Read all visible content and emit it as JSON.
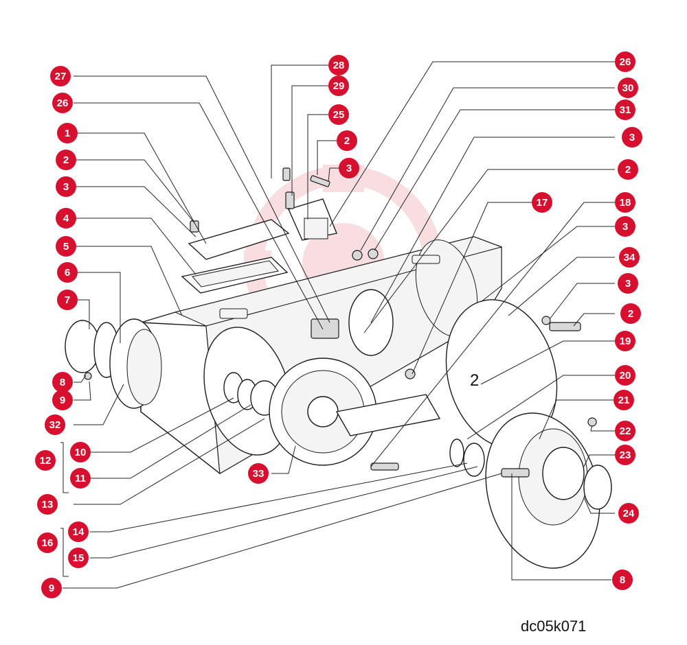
{
  "drawing_code": "dc05k071",
  "inline_label": "2",
  "watermark_color": "#f3c4c8",
  "callout_color": "#d6102e",
  "callouts": [
    {
      "label": "27"
    },
    {
      "label": "26"
    },
    {
      "label": "1"
    },
    {
      "label": "2"
    },
    {
      "label": "3"
    },
    {
      "label": "4"
    },
    {
      "label": "5"
    },
    {
      "label": "6"
    },
    {
      "label": "7"
    },
    {
      "label": "8"
    },
    {
      "label": "9"
    },
    {
      "label": "32"
    },
    {
      "label": "12"
    },
    {
      "label": "10"
    },
    {
      "label": "11"
    },
    {
      "label": "13"
    },
    {
      "label": "14"
    },
    {
      "label": "16"
    },
    {
      "label": "15"
    },
    {
      "label": "9"
    },
    {
      "label": "28"
    },
    {
      "label": "29"
    },
    {
      "label": "25"
    },
    {
      "label": "2"
    },
    {
      "label": "3"
    },
    {
      "label": "26"
    },
    {
      "label": "30"
    },
    {
      "label": "31"
    },
    {
      "label": "3"
    },
    {
      "label": "2"
    },
    {
      "label": "17"
    },
    {
      "label": "18"
    },
    {
      "label": "3"
    },
    {
      "label": "34"
    },
    {
      "label": "3"
    },
    {
      "label": "2"
    },
    {
      "label": "19"
    },
    {
      "label": "20"
    },
    {
      "label": "21"
    },
    {
      "label": "22"
    },
    {
      "label": "23"
    },
    {
      "label": "24"
    },
    {
      "label": "8"
    },
    {
      "label": "33"
    }
  ]
}
